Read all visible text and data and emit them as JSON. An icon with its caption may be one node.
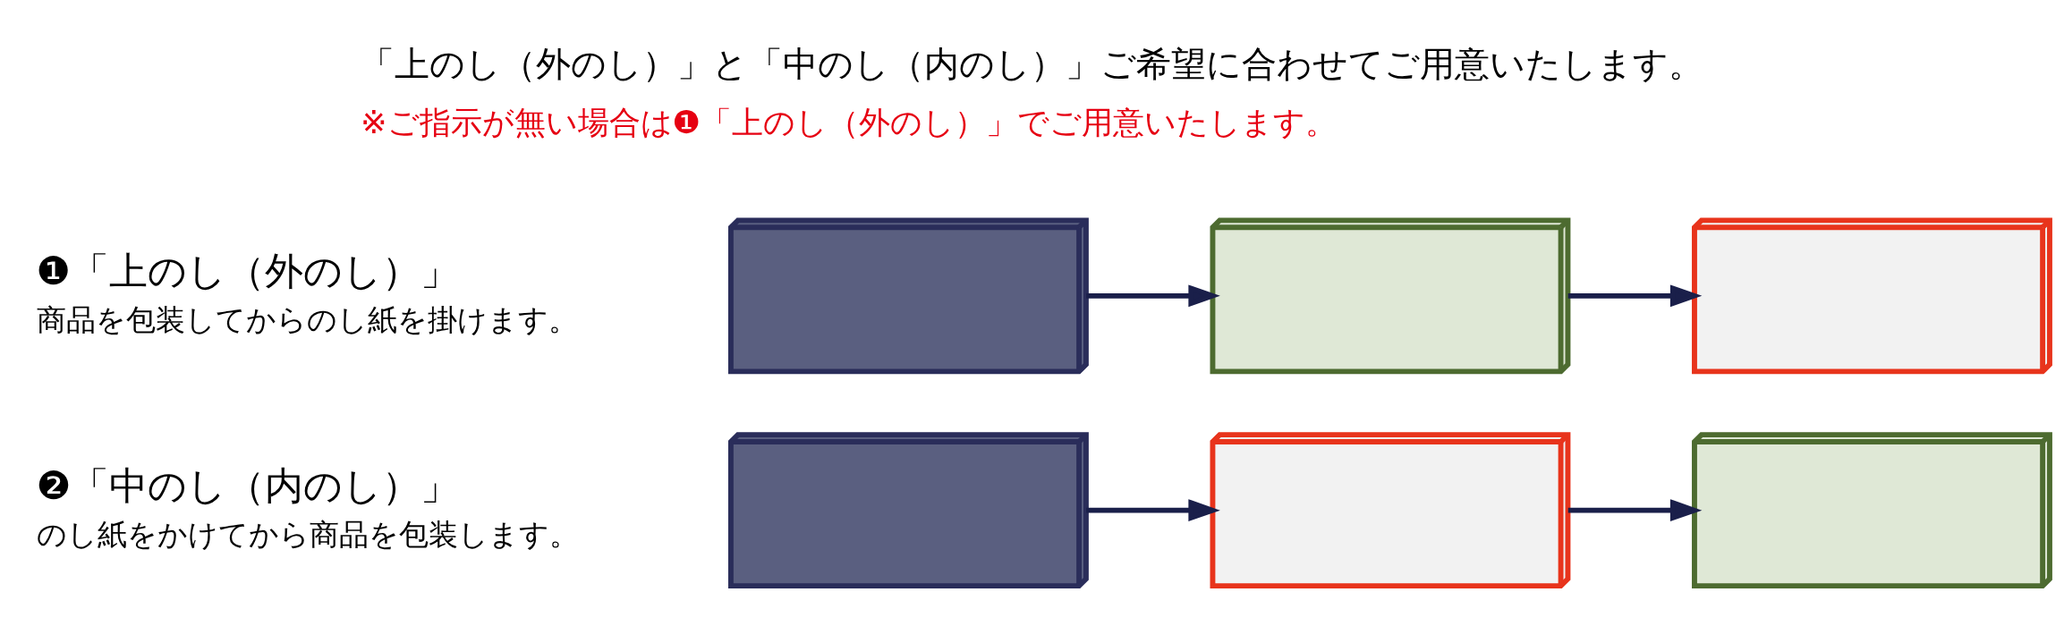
{
  "diagram": {
    "title": "「上のし（外のし）」と「中のし（内のし）」ご希望に合わせてご用意いたします。",
    "nodes": [
      {
        "text": [],
        "shape": "picture"
      },
      {
        "text": [],
        "shape": "picture"
      },
      {
        "text": [],
        "shape": "picture"
      },
      {
        "text": [],
        "shape": "picture"
      },
      {
        "text": [],
        "shape": "picture"
      },
      {
        "text": [],
        "shape": "picture"
      }
    ],
    "edges": [
      {
        "from": 0,
        "to": 1,
        "arrow": "to"
      },
      {
        "from": 1,
        "to": 2,
        "arrow": "to"
      },
      {
        "from": 3,
        "to": 4,
        "arrow": "to"
      },
      {
        "from": 4,
        "to": 5,
        "arrow": "to"
      }
    ],
    "labels": [
      "※ご指示が無い場合は❶「上のし（外のし）」でご用意いたします。",
      "❶「上のし（外のし）」",
      "商品を包装してからのし紙を掛けます。",
      "❷「中のし（内のし）」",
      "のし紙をかけてから商品を包装します。"
    ]
  }
}
